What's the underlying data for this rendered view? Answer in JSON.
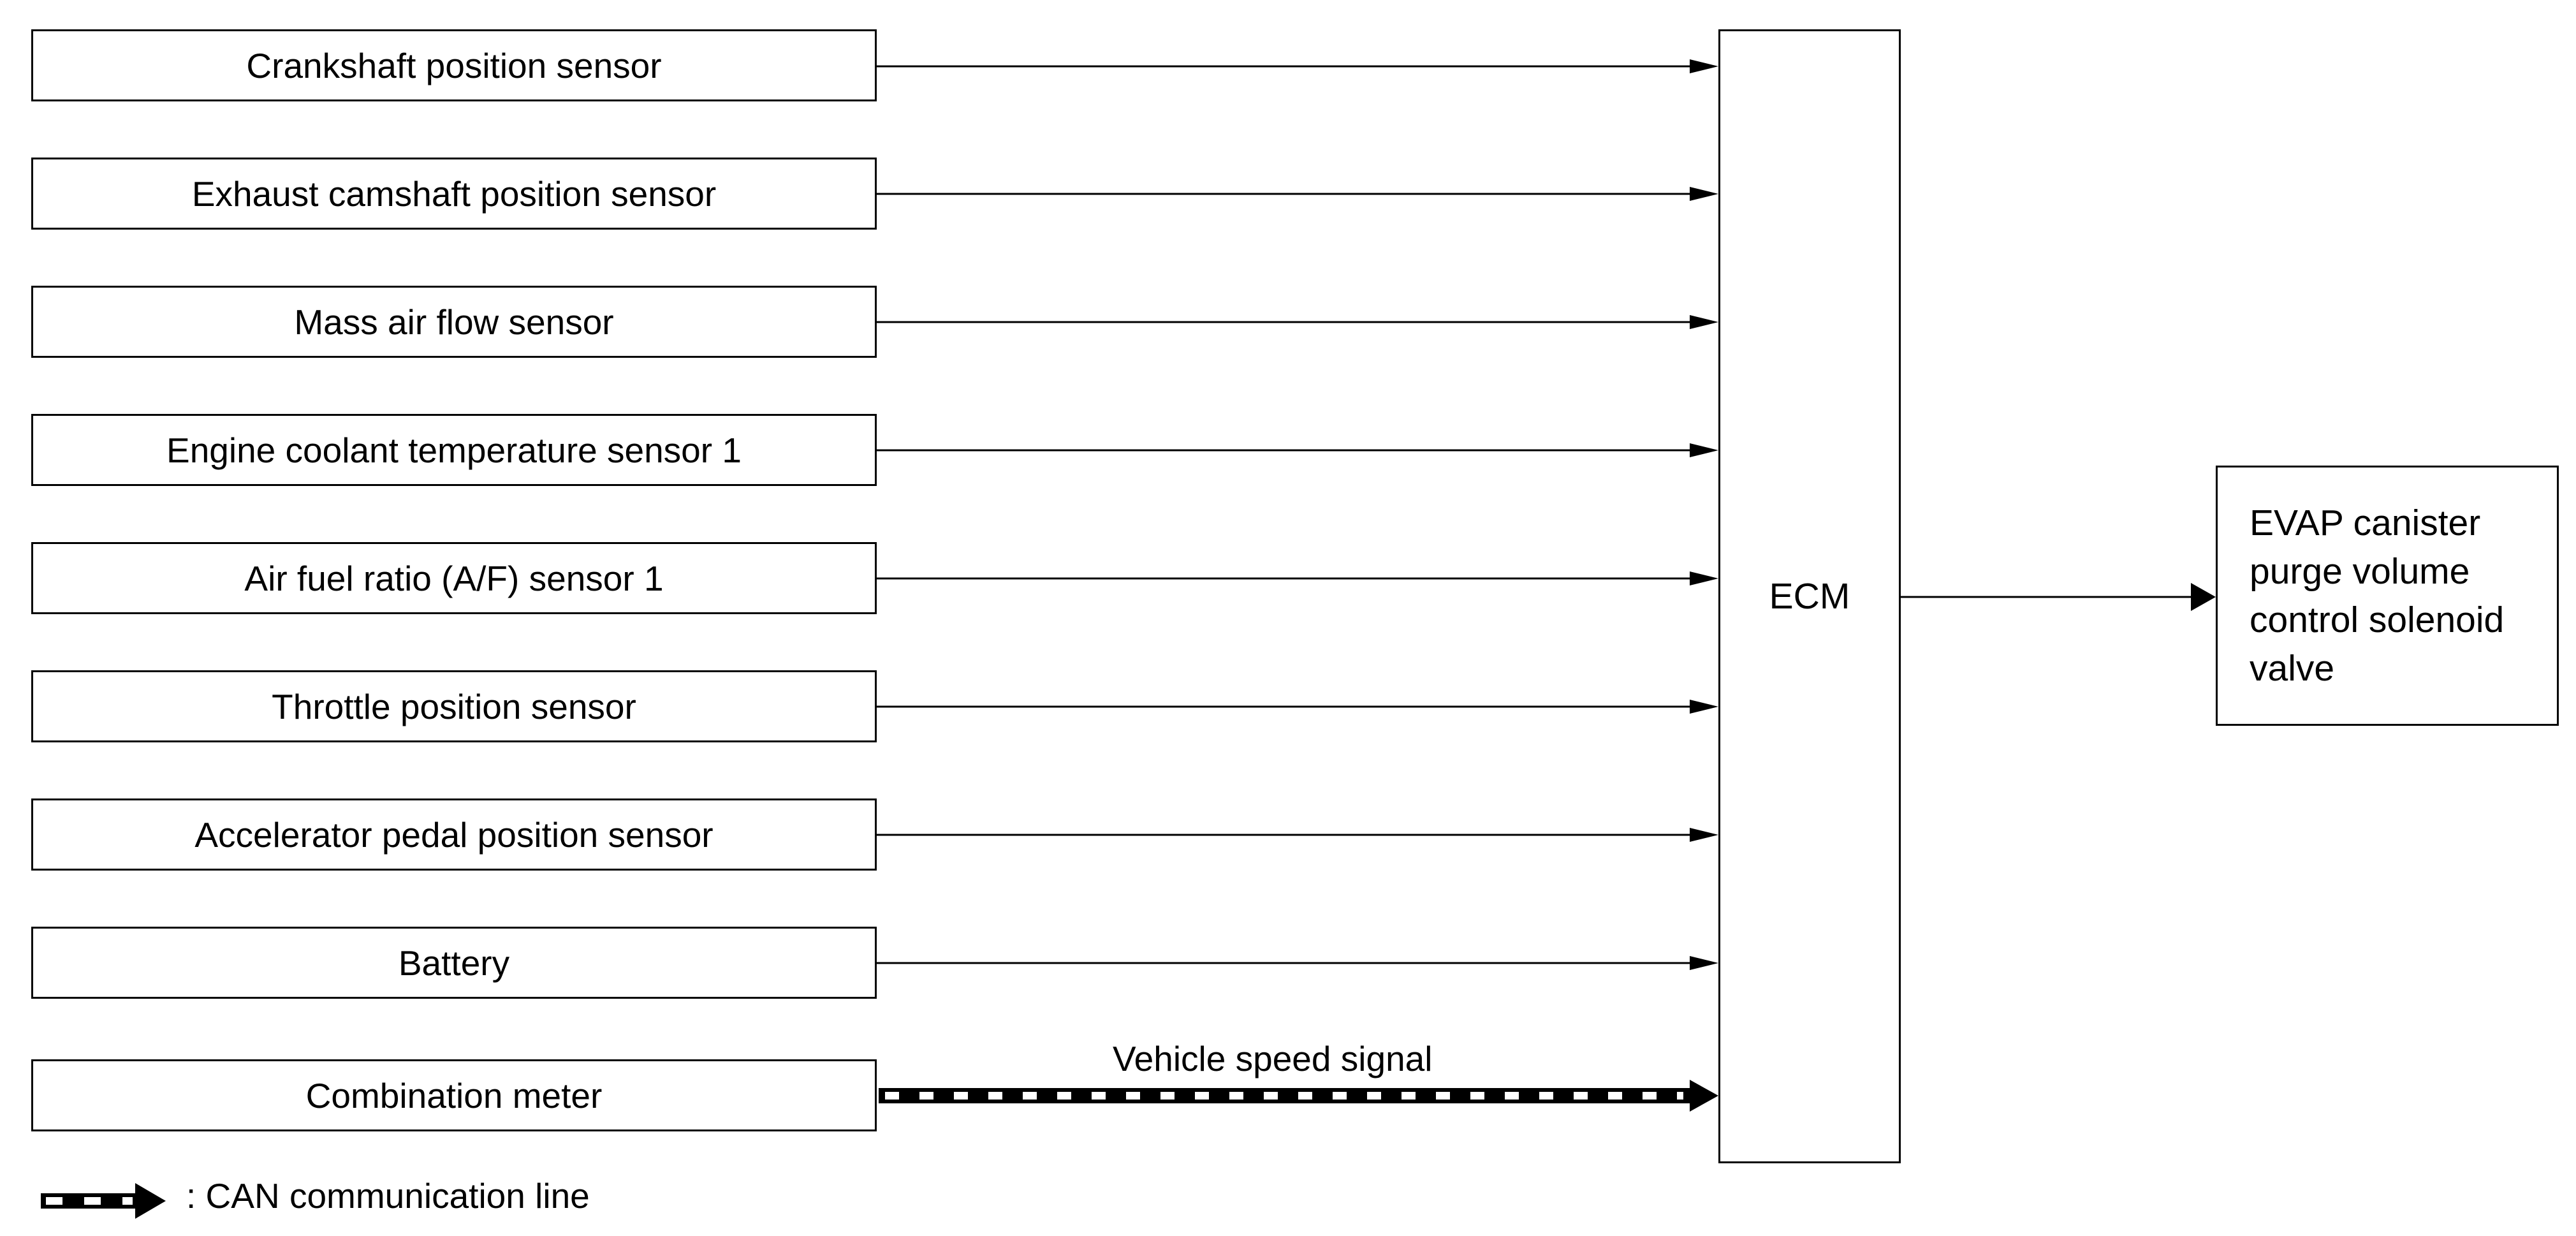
{
  "inputs": [
    {
      "label": "Crankshaft position sensor"
    },
    {
      "label": "Exhaust camshaft position sensor"
    },
    {
      "label": "Mass air flow sensor"
    },
    {
      "label": "Engine coolant temperature sensor 1"
    },
    {
      "label": "Air fuel ratio (A/F) sensor 1"
    },
    {
      "label": "Throttle position sensor"
    },
    {
      "label": "Accelerator pedal position sensor"
    },
    {
      "label": "Battery"
    },
    {
      "label": "Combination meter"
    }
  ],
  "ecm": {
    "label": "ECM"
  },
  "output": {
    "lines": [
      "EVAP canister",
      "purge volume",
      "control solenoid",
      "valve"
    ]
  },
  "can_signal": {
    "label": "Vehicle speed signal"
  },
  "legend": {
    "text": ": CAN communication line"
  }
}
